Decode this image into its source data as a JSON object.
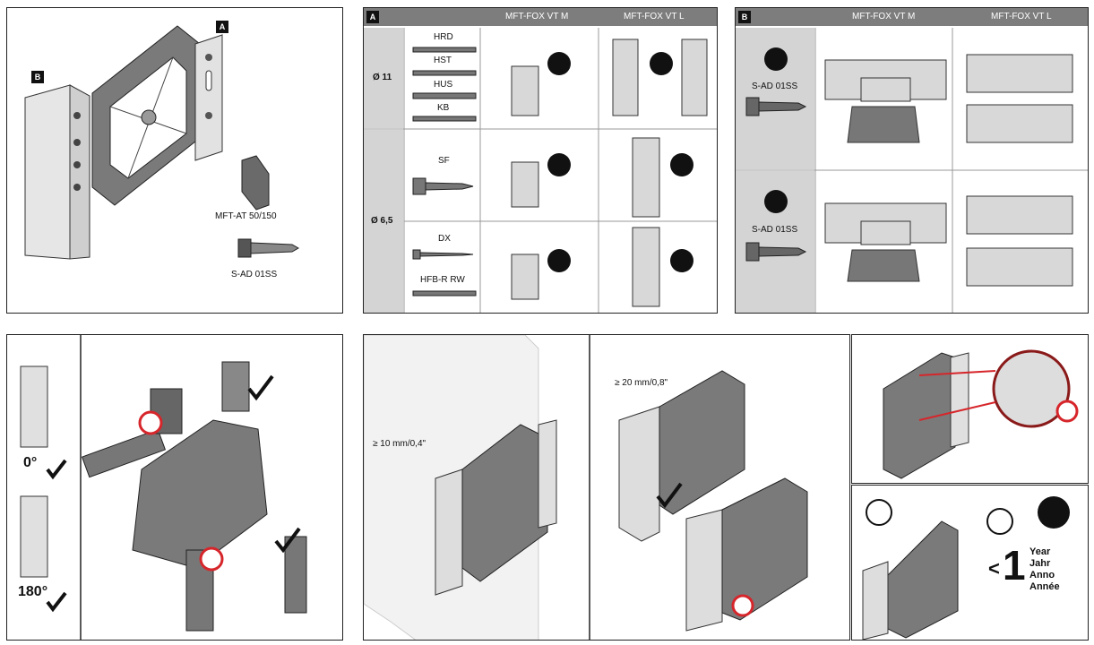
{
  "overview": {
    "tag_a": "A",
    "tag_b": "B",
    "wedge_label": "MFT-AT 50/150",
    "screw_label": "S-AD 01SS"
  },
  "table_a": {
    "tag": "A",
    "col1": "MFT-FOX VT M",
    "col2": "MFT-FOX VT L",
    "row1_label": "Ø 11",
    "row2_label": "Ø 6,5",
    "anchors_row1": [
      "HRD",
      "HST",
      "HUS",
      "KB"
    ],
    "anchors_row2a": [
      "SF"
    ],
    "anchors_row2b": [
      "DX",
      "HFB-R RW"
    ]
  },
  "table_b": {
    "tag": "B",
    "col1": "MFT-FOX VT M",
    "col2": "MFT-FOX VT L",
    "row1_screw": "S-AD 01SS",
    "row2_screw": "S-AD 01SS"
  },
  "angles": {
    "a1": "0°",
    "a2": "180°"
  },
  "distances": {
    "d1": "≥ 10 mm/0,4\"",
    "d2": "≥ 20 mm/0,8\""
  },
  "exposure": {
    "lt": "<",
    "num": "1",
    "words": [
      "Year",
      "Jahr",
      "Anno",
      "Année"
    ]
  },
  "colors": {
    "grey_header": "#7d7d7d",
    "grey_cell": "#d4d4d4",
    "red": "#d6262b",
    "part": "#6a6a6a"
  }
}
